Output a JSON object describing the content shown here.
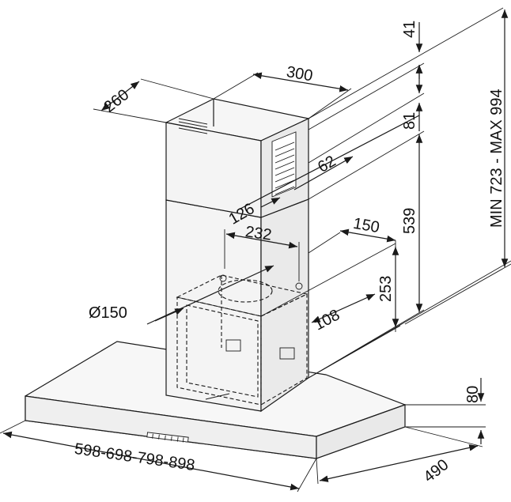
{
  "drawing": {
    "dimensions": {
      "chimney_depth": "260",
      "chimney_width": "300",
      "top_offset": "41",
      "upper_step": "81",
      "vent_offset": "62",
      "chimney_side": "126",
      "min_max_height": "MIN 723 - MAX 994",
      "motor_width": "232",
      "motor_depth": "150",
      "height_539": "539",
      "height_253": "253",
      "outlet_diameter": "Ø150",
      "outlet_offset": "108",
      "canopy_height": "80",
      "canopy_depth": "490",
      "widths": "598-698-798-898"
    },
    "colors": {
      "line": "#1a1a1a",
      "chimney_fill": "#f4f4f4",
      "canopy_fill": "#f7f7f7",
      "background": "#ffffff"
    }
  }
}
